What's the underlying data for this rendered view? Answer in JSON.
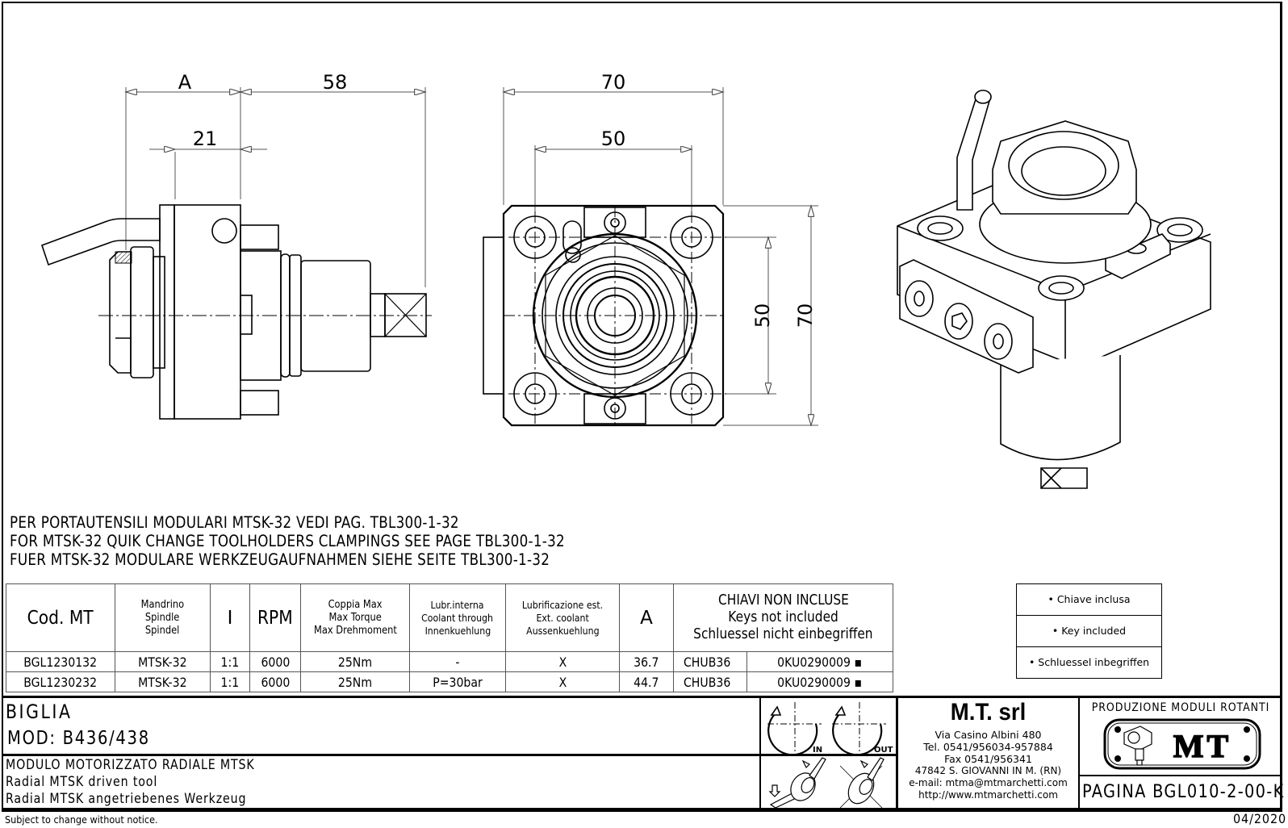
{
  "drawing": {
    "side_view": {
      "dim_A": "A",
      "dim_58": "58",
      "dim_21": "21"
    },
    "front_view": {
      "dim_width_outer": "70",
      "dim_width_inner": "50",
      "dim_height_inner": "50",
      "dim_height_outer": "70"
    }
  },
  "notes": [
    "PER PORTAUTENSILI MODULARI MTSK-32 VEDI PAG. TBL300-1-32",
    "FOR MTSK-32 QUIK CHANGE TOOLHOLDERS CLAMPINGS SEE PAGE TBL300-1-32",
    "FUER MTSK-32 MODULARE WERKZEUGAUFNAHMEN SIEHE SEITE TBL300-1-32"
  ],
  "spec_table": {
    "headers": {
      "code": "Cod. MT",
      "spindle": [
        "Mandrino",
        "Spindle",
        "Spindel"
      ],
      "ratio": "I",
      "rpm": "RPM",
      "torque": [
        "Coppia Max",
        "Max Torque",
        "Max Drehmoment"
      ],
      "internal_coolant": [
        "Lubr.interna",
        "Coolant through",
        "Innenkuehlung"
      ],
      "external_coolant": [
        "Lubrificazione est.",
        "Ext. coolant",
        "Aussenkuehlung"
      ],
      "a": "A",
      "keys": [
        "CHIAVI NON INCLUSE",
        "Keys not included",
        "Schluessel nicht einbegriffen"
      ]
    },
    "rows": [
      {
        "code": "BGL1230132",
        "spindle": "MTSK-32",
        "ratio": "1:1",
        "rpm": "6000",
        "torque": "25Nm",
        "internal_coolant": "-",
        "external_coolant": "X",
        "a": "36.7",
        "key1": "CHUB36",
        "key2": "0KU0290009 ▪"
      },
      {
        "code": "BGL1230232",
        "spindle": "MTSK-32",
        "ratio": "1:1",
        "rpm": "6000",
        "torque": "25Nm",
        "internal_coolant": "P=30bar",
        "external_coolant": "X",
        "a": "44.7",
        "key1": "CHUB36",
        "key2": "0KU0290009 ▪"
      }
    ]
  },
  "key_legend": [
    "• Chiave inclusa",
    "• Key included",
    "• Schluessel inbegriffen"
  ],
  "title_block": {
    "brand": "BIGLIA",
    "model": "MOD: B436/438",
    "description": [
      "MODULO MOTORIZZATO RADIALE MTSK",
      "Radial MTSK driven tool",
      "Radial MTSK angetriebenes Werkzeug"
    ],
    "rotation_labels": {
      "in": "IN",
      "out": "OUT"
    },
    "company": {
      "name": "M.T. srl",
      "address": "Via Casino Albini 480",
      "tel": "Tel. 0541/956034-957884",
      "fax": "Fax 0541/956341",
      "city": "47842 S. GIOVANNI IN M. (RN)",
      "email": "e-mail: mtma@mtmarchetti.com",
      "web": "http://www.mtmarchetti.com"
    },
    "production_label": "PRODUZIONE MODULI ROTANTI",
    "logo_text": "MT",
    "page": "PAGINA BGL010-2-00-K"
  },
  "footer": {
    "disclaimer": "Subject to change without notice.",
    "date": "04/2020"
  }
}
